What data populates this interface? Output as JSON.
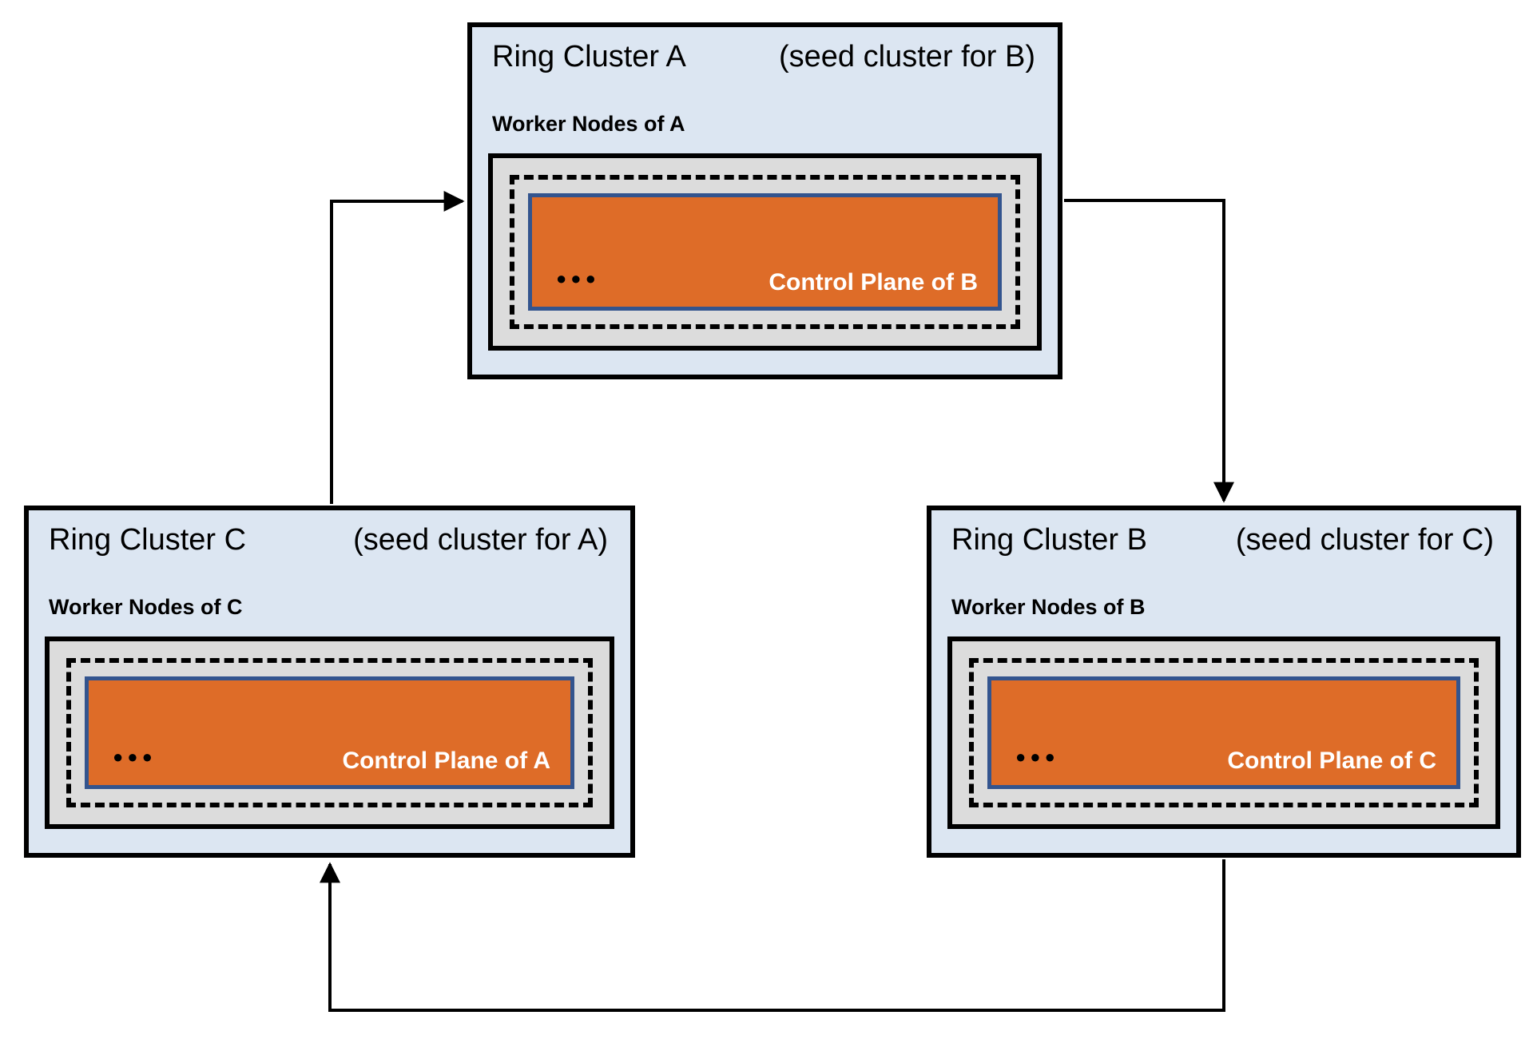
{
  "clusters": {
    "a": {
      "name": "Ring Cluster A",
      "seed_note": "(seed cluster for B)",
      "worker_label": "Worker Nodes of A",
      "control_plane_label": "Control Plane of B",
      "dots": "●●●"
    },
    "c": {
      "name": "Ring Cluster C",
      "seed_note": "(seed cluster for A)",
      "worker_label": "Worker Nodes of C",
      "control_plane_label": "Control Plane of A",
      "dots": "●●●"
    },
    "b": {
      "name": "Ring Cluster B",
      "seed_note": "(seed cluster for C)",
      "worker_label": "Worker Nodes of B",
      "control_plane_label": "Control Plane of C",
      "dots": "●●●"
    }
  },
  "colors": {
    "cluster_bg": "#dce6f2",
    "node_bg": "#dcdcdc",
    "control_plane_bg": "#de6c28",
    "control_plane_border": "#33548e",
    "outline": "#000000",
    "control_plane_text": "#ffffff"
  }
}
